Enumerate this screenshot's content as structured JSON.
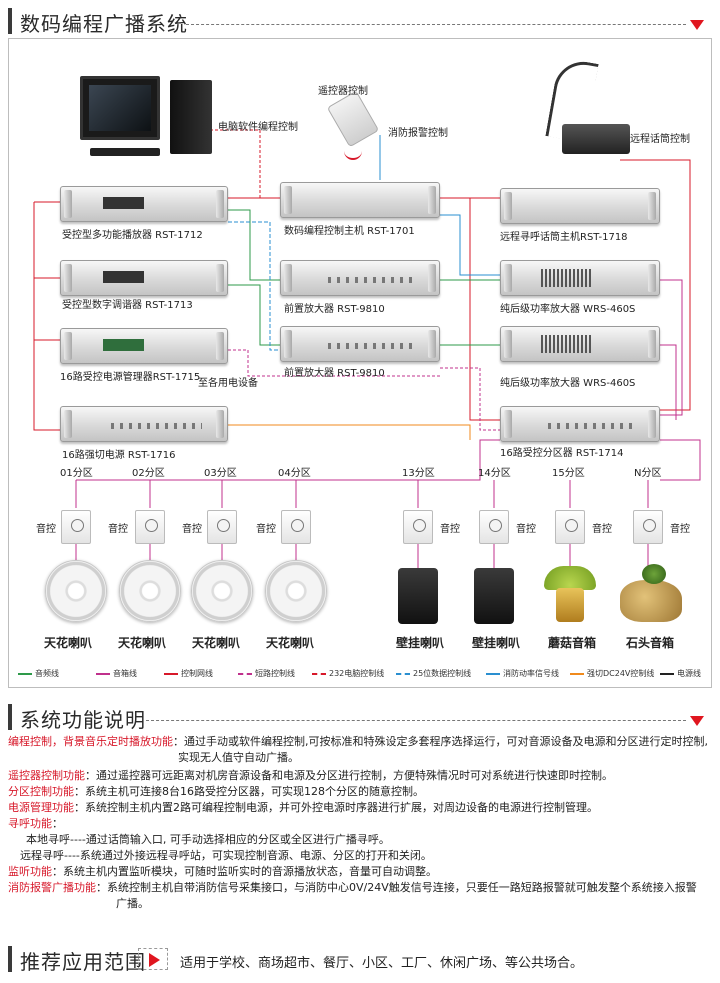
{
  "section1": {
    "title": "数码编程广播系统"
  },
  "devices": {
    "pc_label": "电脑软件编程控制",
    "remote_label": "遥控器控制",
    "fire_label": "消防报警控制",
    "mic_label": "远程话筒控制",
    "player": "受控型多功能播放器 RST-1712",
    "host": "数码编程控制主机 RST-1701",
    "paging_host": "远程寻呼话筒主机RST-1718",
    "tuner": "受控型数字调谐器  RST-1713",
    "preamp1": "前置放大器  RST-9810",
    "amp1": "纯后级功率放大器 WRS-460S",
    "power_mgr": "16路受控电源管理器RST-1715",
    "to_equipment": "至各用电设备",
    "preamp2": "前置放大器 RST-9810",
    "amp2": "纯后级功率放大器  WRS-460S",
    "cutoff": "16路强切电源  RST-1716",
    "zone_ctrl": "16路受控分区器 RST-1714"
  },
  "zones": [
    "01分区",
    "02分区",
    "03分区",
    "04分区",
    "13分区",
    "14分区",
    "15分区",
    "N分区"
  ],
  "volume_label": "音控",
  "speakers": [
    "天花喇叭",
    "天花喇叭",
    "天花喇叭",
    "天花喇叭",
    "壁挂喇叭",
    "壁挂喇叭",
    "蘑菇音箱",
    "石头音箱"
  ],
  "legend": [
    {
      "label": "音频线",
      "color": "#2e9a4a",
      "style": "solid"
    },
    {
      "label": "音箱线",
      "color": "#c0308c",
      "style": "solid"
    },
    {
      "label": "控制网线",
      "color": "#d7182a",
      "style": "solid"
    },
    {
      "label": "短路控制线",
      "color": "#c0308c",
      "style": "dashed"
    },
    {
      "label": "232电脑控制线",
      "color": "#d7182a",
      "style": "dashed"
    },
    {
      "label": "25位数据控制线",
      "color": "#2a8fd0",
      "style": "dashed"
    },
    {
      "label": "消防动率信号线",
      "color": "#2a8fd0",
      "style": "solid"
    },
    {
      "label": "强切DC24V控制线",
      "color": "#f08a1c",
      "style": "solid"
    },
    {
      "label": "电源线",
      "color": "#222222",
      "style": "solid"
    }
  ],
  "section2": {
    "title": "系统功能说明"
  },
  "functions": [
    {
      "key": "编程控制，背景音乐定时播放功能",
      "text": "通过手动或软件编程控制,可按标准和特殊设定多套程序选择运行，可对音源设备及电源和分区进行定时控制,",
      "cont": "实现无人值守自动广播。"
    },
    {
      "key": "遥控器控制功能",
      "text": "通过遥控器可远距离对机房音源设备和电源及分区进行控制，方便特殊情况时可对系统进行快速即时控制。"
    },
    {
      "key": "分区控制功能",
      "text": "系统主机可连接8台16路受控分区器，可实现128个分区的随意控制。"
    },
    {
      "key": "电源管理功能",
      "text": "系统控制主机内置2路可编程控制电源，并可外控电源时序器进行扩展，对周边设备的电源进行控制管理。"
    },
    {
      "key": "寻呼功能",
      "text": ""
    },
    {
      "key": "",
      "text": "本地寻呼----通过话筒输入口, 可手动选择相应的分区或全区进行广播寻呼。"
    },
    {
      "key": "",
      "text": "远程寻呼----系统通过外接远程寻呼站，可实现控制音源、电源、分区的打开和关闭。"
    },
    {
      "key": "监听功能",
      "text": "系统主机内置监听模块，可随时监听实时的音源播放状态，音量可自动调整。"
    },
    {
      "key": "消防报警广播功能",
      "text": "系统控制主机自带消防信号采集接口，与消防中心0V/24V触发信号连接，只要任一路短路报警就可触发整个系统接入报警",
      "cont": "广播。"
    }
  ],
  "section3": {
    "title": "推荐应用范围",
    "text": "适用于学校、商场超市、餐厅、小区、工厂、休闲广场、等公共场合。"
  }
}
